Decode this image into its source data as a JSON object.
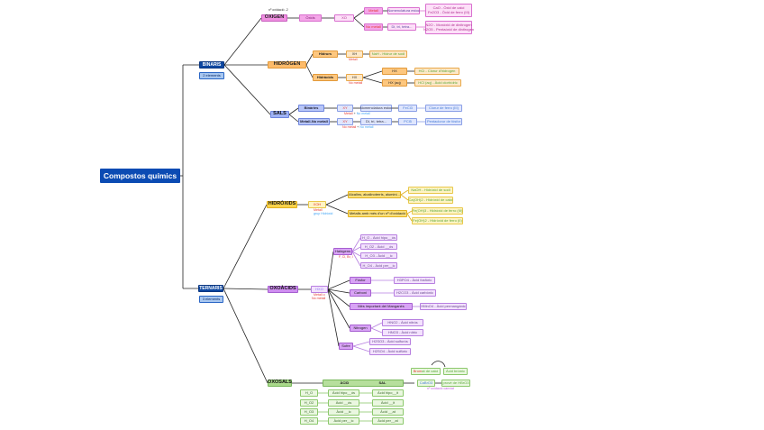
{
  "root": {
    "label": "Compostos químics"
  },
  "binaris": {
    "label": "BINARIS",
    "sublabel": "2 elements",
    "oxigen": {
      "label": "OXIGEN",
      "note": "nº oxidació -2",
      "child": "Òxids",
      "formula": "XO",
      "metal": {
        "label": "Metall",
        "naming": "Nomenclatura estoc",
        "examples": [
          "CaO - Òxid de calci",
          "Fe2O3 - Òxid de ferro (III)"
        ]
      },
      "nonmetal": {
        "label": "No metall",
        "naming": "Di, tri, tetra...",
        "examples": [
          "N2O - Monòxid de dinitrogen",
          "N2O5 - Pentaòxid de dinitrogen"
        ]
      }
    },
    "hidrogen": {
      "label": "HIDRÒGEN",
      "hidrurs": {
        "label": "Hidrurs",
        "formula": "XH",
        "note": "Metall",
        "example": "NaH - Hidrur de sodi"
      },
      "hidracids": {
        "label": "Hidràcids",
        "formula": "HX",
        "note": "No metall",
        "gas": "HX",
        "gas_example": "HCl - Clorur d'hidrogen",
        "aq": "HX (aq)",
        "aq_example": "HCl (aq) - Àcid clorhídric"
      }
    },
    "sals": {
      "label": "SALS",
      "binaries": {
        "label": "Binàries",
        "formula": "XY",
        "note_a": "Metall",
        "note_sep": " + ",
        "note_b": "No metall",
        "naming": "Nomenclatura estoc",
        "example_formula": "FeCl3",
        "example_name": "Clorur de ferro (III)"
      },
      "metall_nometall": {
        "label": "Metall-No metall",
        "formula": "XY",
        "note_a": "No metall",
        "note_sep": " + ",
        "note_b": "No metall",
        "naming": "Di, tri, tetra...",
        "example_formula": "PCl5",
        "example_name": "Pentaclorur de fòsfor"
      }
    }
  },
  "ternaris": {
    "label": "TERNARIS",
    "sublabel": "3 elements",
    "hidroxids": {
      "label": "HIDRÒXIDS",
      "formula": "XOH",
      "note_a": "Metall",
      "note_b": "grup Hidròxid",
      "group1": {
        "label": "Alcalins, alcalinoterris, alumini...",
        "examples": [
          "NaOH - Hidròxid de sodi",
          "Ca(OH)2 - Hidròxid de calci"
        ]
      },
      "group2": {
        "label": "Metalls amb més d'un nº d'oxidació",
        "examples": [
          "Fe(OH)3 - Hidròxid de ferro (III)",
          "Fe(OH)2 - Hidròxid de ferro (II)"
        ]
      }
    },
    "oxoacids": {
      "label": "OXOÀCIDS",
      "formula": "HXO",
      "note_a": "Metall o",
      "note_b": "No metall",
      "halogens": {
        "label": "Halògens",
        "note": "F, Cl, Br, I",
        "examples": [
          "H_O - Àcid hipo__ós",
          "H_O2 - Àcid __ós",
          "H_O3 - Àcid __ic",
          "H_O4 - Àcid per__ic"
        ]
      },
      "fosfor": {
        "label": "Fòsfor",
        "example": "H3PO4 - Àcid fosfòric"
      },
      "carboni": {
        "label": "Carboni",
        "example": "H2CO3 - Àcid carbònic"
      },
      "manganes": {
        "label": "Més important del Manganès",
        "example": "HMnO4 - Àcid permangànic"
      },
      "nitrogen": {
        "label": "Nitrogen",
        "examples": [
          "HNO2 - Àcid nitrós",
          "HNO3 - Àcid nítric"
        ]
      },
      "sofre": {
        "label": "Sofre",
        "examples": [
          "H2SO3 - Àcid sulfurós",
          "H2SO4 - Àcid sulfúric"
        ]
      }
    },
    "oxosals": {
      "label": "OXOSALS",
      "header_acid": "ÀCID",
      "header_sal": "SAL",
      "formula": "CaBrO3",
      "formula_note": "nº oxidació canviat",
      "top_left": {
        "part_a": "Brom",
        "part_b": "at de calci"
      },
      "top_right": "Àcid bròmic",
      "result": "prové de HBrO3",
      "rows": [
        {
          "formula": "H_O",
          "acid": "Àcid hipo__ós",
          "sal": "Àcid hipo__it"
        },
        {
          "formula": "H_O2",
          "acid": "Àcid __ós",
          "sal": "Àcid __it"
        },
        {
          "formula": "H_O3",
          "acid": "Àcid __ic",
          "sal": "Àcid __at"
        },
        {
          "formula": "H_O4",
          "acid": "Àcid per__ic",
          "sal": "Àcid per__at"
        }
      ]
    }
  }
}
